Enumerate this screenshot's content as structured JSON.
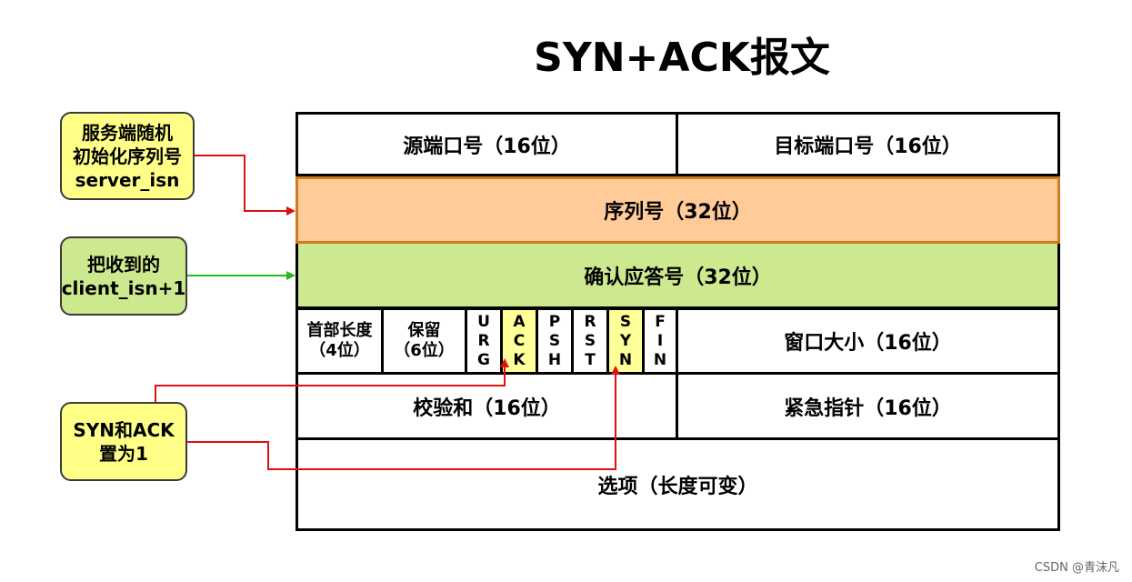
{
  "title": "SYN+ACK报文",
  "rows": {
    "src_port": "源端口号（16位）",
    "dst_port": "目标端口号（16位）",
    "seq": "序列号（32位）",
    "ack_num": "确认应答号（32位）",
    "header_len": [
      "首部长度",
      "（4位）"
    ],
    "reserved": [
      "保留",
      "（6位）"
    ],
    "window": "窗口大小（16位）",
    "checksum": "校验和（16位）",
    "urgent": "紧急指针（16位）",
    "options": "选项（长度可变）"
  },
  "flags": [
    {
      "name": "URG",
      "letters": [
        "U",
        "R",
        "G"
      ],
      "highlighted": false
    },
    {
      "name": "ACK",
      "letters": [
        "A",
        "C",
        "K"
      ],
      "highlighted": true
    },
    {
      "name": "PSH",
      "letters": [
        "P",
        "S",
        "H"
      ],
      "highlighted": false
    },
    {
      "name": "RST",
      "letters": [
        "R",
        "S",
        "T"
      ],
      "highlighted": false
    },
    {
      "name": "SYN",
      "letters": [
        "S",
        "Y",
        "N"
      ],
      "highlighted": true
    },
    {
      "name": "FIN",
      "letters": [
        "F",
        "I",
        "N"
      ],
      "highlighted": false
    }
  ],
  "notes": {
    "server_isn": [
      "服务端随机",
      "初始化序列号",
      "server_isn"
    ],
    "client_isn": [
      "把收到的",
      "client_isn+1"
    ],
    "syn_ack": [
      "SYN和ACK",
      "置为1"
    ]
  },
  "colors": {
    "seq_fill": "#ffcc99",
    "seq_border": "#d07b20",
    "ack_fill": "#cde98f",
    "note_yellow": "#ffff88",
    "note_green": "#cde98f",
    "flag_highlight": "#ffff99",
    "arrow_red": "#e01010",
    "arrow_green": "#22bb22"
  },
  "watermark": "CSDN @青沫凡"
}
